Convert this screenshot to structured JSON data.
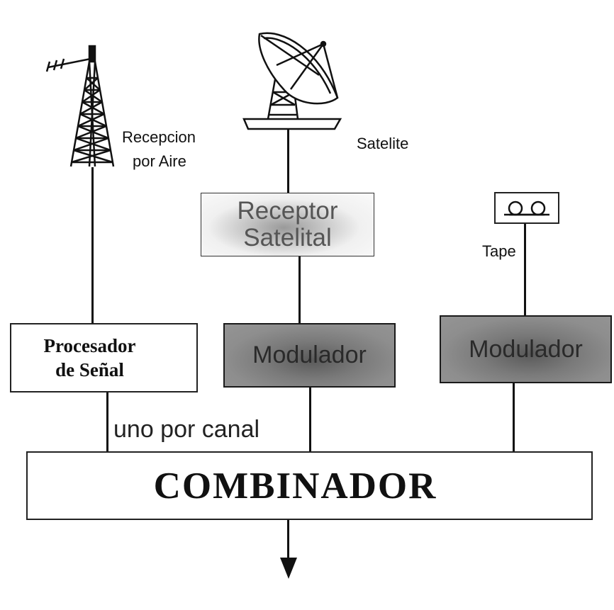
{
  "diagram": {
    "labels": {
      "recepcion_line1": "Recepcion",
      "recepcion_line2": "por Aire",
      "satelite": "Satelite",
      "tape": "Tape",
      "uno_por_canal": "uno por canal"
    },
    "boxes": {
      "procesador_line1": "Procesador",
      "procesador_line2": "de Señal",
      "receptor_line1": "Receptor",
      "receptor_line2": "Satelital",
      "modulador_1": "Modulador",
      "modulador_2": "Modulador",
      "combinador": "COMBINADOR"
    },
    "icons": [
      "antenna-tower-icon",
      "satellite-dish-icon",
      "tape-cassette-icon",
      "down-arrow-icon"
    ]
  }
}
